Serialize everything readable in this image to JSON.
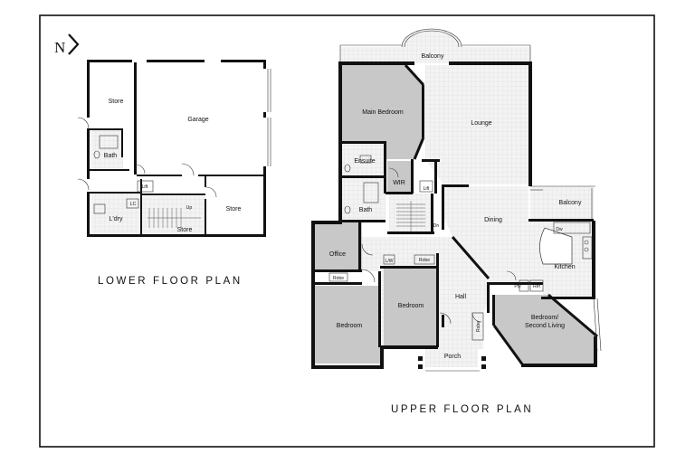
{
  "compass": {
    "label": "N"
  },
  "lower": {
    "heading": "LOWER FLOOR PLAN",
    "rooms": {
      "store_top": "Store",
      "garage": "Garage",
      "bath": "Bath",
      "lift": "Lift",
      "laundry": "L'dry",
      "lc": "LC",
      "up": "Up",
      "store_bottom": "Store",
      "store_right": "Store"
    }
  },
  "upper": {
    "heading": "UPPER FLOOR PLAN",
    "rooms": {
      "balcony_top": "Balcony",
      "main_bedroom": "Main Bedroom",
      "lounge": "Lounge",
      "ensuite": "Ensuite",
      "wir": "WIR",
      "lift": "Lift",
      "bath": "Bath",
      "dn": "Dn",
      "dining": "Dining",
      "balcony_right": "Balcony",
      "dw": "Dw",
      "office": "Office",
      "lw": "L/W",
      "robe_b2": "Robe",
      "robe_office": "Robe",
      "kitchen": "Kitchen",
      "pty": "Pty",
      "ref": "Ref",
      "hall": "Hall",
      "bedroom_left": "Bedroom",
      "bedroom_mid": "Bedroom",
      "bedroom_second_1": "Bedroom/",
      "bedroom_second_2": "Second Living",
      "robe_vertical": "Robe",
      "porch": "Porch"
    }
  }
}
